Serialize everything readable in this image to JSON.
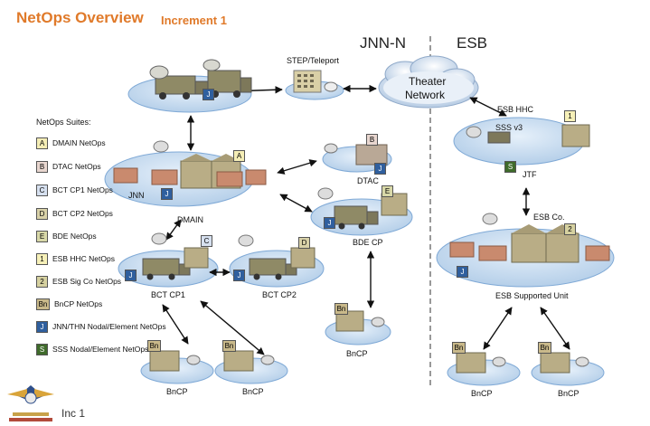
{
  "header": {
    "title": "NetOps Overview",
    "subtitle": "Increment 1",
    "col_left": "JNN-N",
    "col_right": "ESB"
  },
  "nodes": {
    "step_teleport": "STEP/Teleport",
    "theater_network_1": "Theater",
    "theater_network_2": "Network",
    "jnn": "JNN",
    "dmain": "DMAIN",
    "dtac": "DTAC",
    "bde_cp": "BDE CP",
    "bct_cp1": "BCT CP1",
    "bct_cp2": "BCT CP2",
    "bncp_left": "BnCP",
    "bncp_mid": "BnCP",
    "bncp_bde": "BnCP",
    "bncp_esb_left": "BnCP",
    "bncp_esb_right": "BnCP",
    "esb_hhc": "ESB HHC",
    "sss_v3": "SSS v3",
    "jtf": "JTF",
    "esb_co": "ESB Co.",
    "esb_supported_unit": "ESB Supported Unit"
  },
  "badges": {
    "A": "A",
    "B": "B",
    "C": "C",
    "D": "D",
    "E": "E",
    "one": "1",
    "two": "2",
    "Bn": "Bn",
    "J": "J",
    "S": "S"
  },
  "legend": {
    "title": "NetOps Suites:",
    "items": [
      {
        "badge": "A",
        "label": "DMAIN NetOps",
        "color": "#f4edb5"
      },
      {
        "badge": "B",
        "label": "DTAC NetOps",
        "color": "#e8d6cf"
      },
      {
        "badge": "C",
        "label": "BCT CP1 NetOps",
        "color": "#d6e0ef"
      },
      {
        "badge": "D",
        "label": "BCT CP2 NetOps",
        "color": "#d8d1a8"
      },
      {
        "badge": "E",
        "label": "BDE NetOps",
        "color": "#d8d8a8"
      },
      {
        "badge": "1",
        "label": "ESB HHC NetOps",
        "color": "#f6f0b8"
      },
      {
        "badge": "2",
        "label": "ESB Sig Co NetOps",
        "color": "#d6d1a0"
      },
      {
        "badge": "Bn",
        "label": "BnCP NetOps",
        "color": "#c9b98a"
      },
      {
        "badge": "J",
        "label": "JNN/THN Nodal/Element NetOps",
        "color": "#2f5f9e"
      },
      {
        "badge": "S",
        "label": "SSS Nodal/Element NetOps",
        "color": "#3f6b2b"
      }
    ]
  },
  "footer": {
    "text": "Inc 1"
  },
  "colors": {
    "title": "#e07a2a",
    "ellipse_fill": "#c7dcf0",
    "ellipse_stroke": "#7fa9d6",
    "badge_J": "#2f5f9e",
    "badge_S": "#3f6b2b",
    "shelter": "#b9ad86",
    "truck_red": "#c98a6e"
  }
}
